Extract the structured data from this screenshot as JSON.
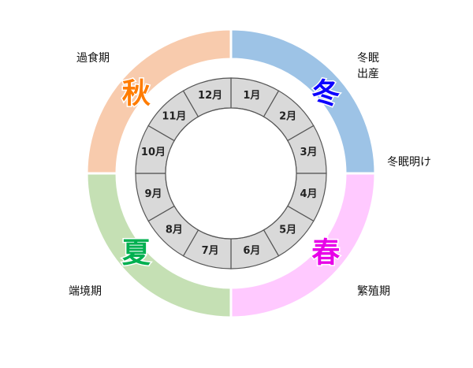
{
  "seasons": [
    {
      "key": "winter",
      "label": "冬",
      "arc_color": "#9DC3E6",
      "text_color": "#0B00FF"
    },
    {
      "key": "spring",
      "label": "春",
      "arc_color": "#FFC9FF",
      "text_color": "#E800E8"
    },
    {
      "key": "summer",
      "label": "夏",
      "arc_color": "#C5E0B4",
      "text_color": "#00B050"
    },
    {
      "key": "autumn",
      "label": "秋",
      "arc_color": "#F8CBAD",
      "text_color": "#FF7C00"
    }
  ],
  "months": [
    "1月",
    "2月",
    "3月",
    "4月",
    "5月",
    "6月",
    "7月",
    "8月",
    "9月",
    "10月",
    "11月",
    "12月"
  ],
  "annotations": {
    "hibernation_line1": "冬眠",
    "hibernation_line2": "出産",
    "hibernation_end": "冬眠明け",
    "breeding": "繁殖期",
    "lean_period": "端境期",
    "hyperphagia": "過食期"
  },
  "colors": {
    "month_cell_fill": "#D9D9D9",
    "month_cell_stroke": "#555555",
    "gap": "#FFFFFF"
  }
}
